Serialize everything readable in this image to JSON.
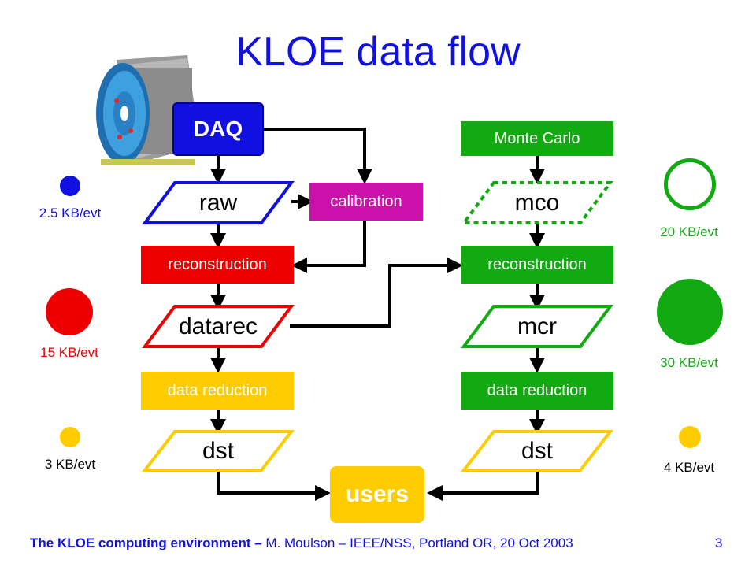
{
  "title": "KLOE data flow",
  "left_chain": {
    "daq": "DAQ",
    "raw": "raw",
    "calibration": "calibration",
    "reconstruction": "reconstruction",
    "datarec": "datarec",
    "data_reduction": "data reduction",
    "dst": "dst"
  },
  "right_chain": {
    "monte_carlo": "Monte Carlo",
    "mco": "mco",
    "reconstruction": "reconstruction",
    "mcr": "mcr",
    "data_reduction": "data reduction",
    "dst": "dst"
  },
  "users": "users",
  "sizes": {
    "raw": "2.5 KB/evt",
    "datarec": "15 KB/evt",
    "dst_data": "3 KB/evt",
    "mco": "20 KB/evt",
    "mcr": "30 KB/evt",
    "dst_mc": "4 KB/evt"
  },
  "colors": {
    "title": "#1010e0",
    "daq": "#1010e0",
    "reconstruction": "#ee0000",
    "calibration": "#cc11aa",
    "data_reduction": "#ffcc00",
    "monte_carlo": "#11aa11"
  },
  "footer": {
    "bold": "The KLOE computing environment –",
    "rest": " M. Moulson – IEEE/NSS, Portland OR, 20 Oct 2003",
    "page": "3"
  }
}
